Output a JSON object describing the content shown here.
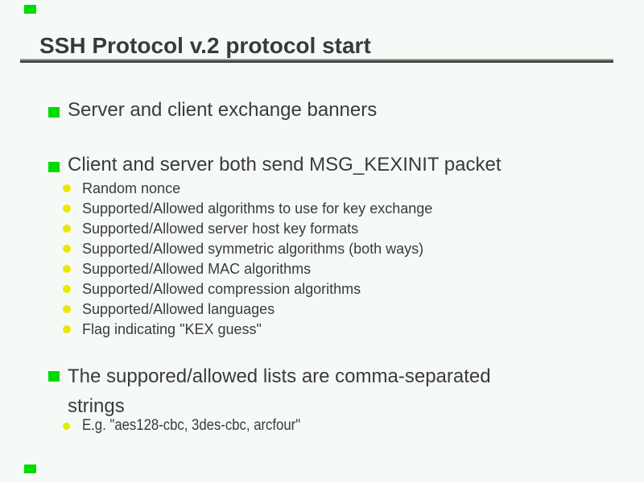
{
  "slide": {
    "title": "SSH Protocol v.2 protocol start",
    "colors": {
      "background": "#f6faf6",
      "text": "#3a3a3a",
      "bullet_square": "#00db00",
      "bullet_dot": "#e9e900",
      "rule_light": "#9ba194",
      "rule_dark": "#474747",
      "corner_mark": "#00db00"
    }
  },
  "sections": [
    {
      "text": "Server and client exchange banners",
      "children": []
    },
    {
      "text": "Client and server both send MSG_KEXINIT packet",
      "children": [
        "Random nonce",
        "Supported/Allowed algorithms to use for key exchange",
        "Supported/Allowed server host key formats",
        "Supported/Allowed symmetric algorithms (both ways)",
        "Supported/Allowed MAC algorithms",
        "Supported/Allowed compression algorithms",
        "Supported/Allowed languages",
        "Flag indicating \"KEX guess\""
      ]
    },
    {
      "text": "The suppored/allowed lists are comma-separated strings",
      "children": [
        "E.g. \"aes128-cbc, 3des-cbc, arcfour\""
      ]
    }
  ]
}
